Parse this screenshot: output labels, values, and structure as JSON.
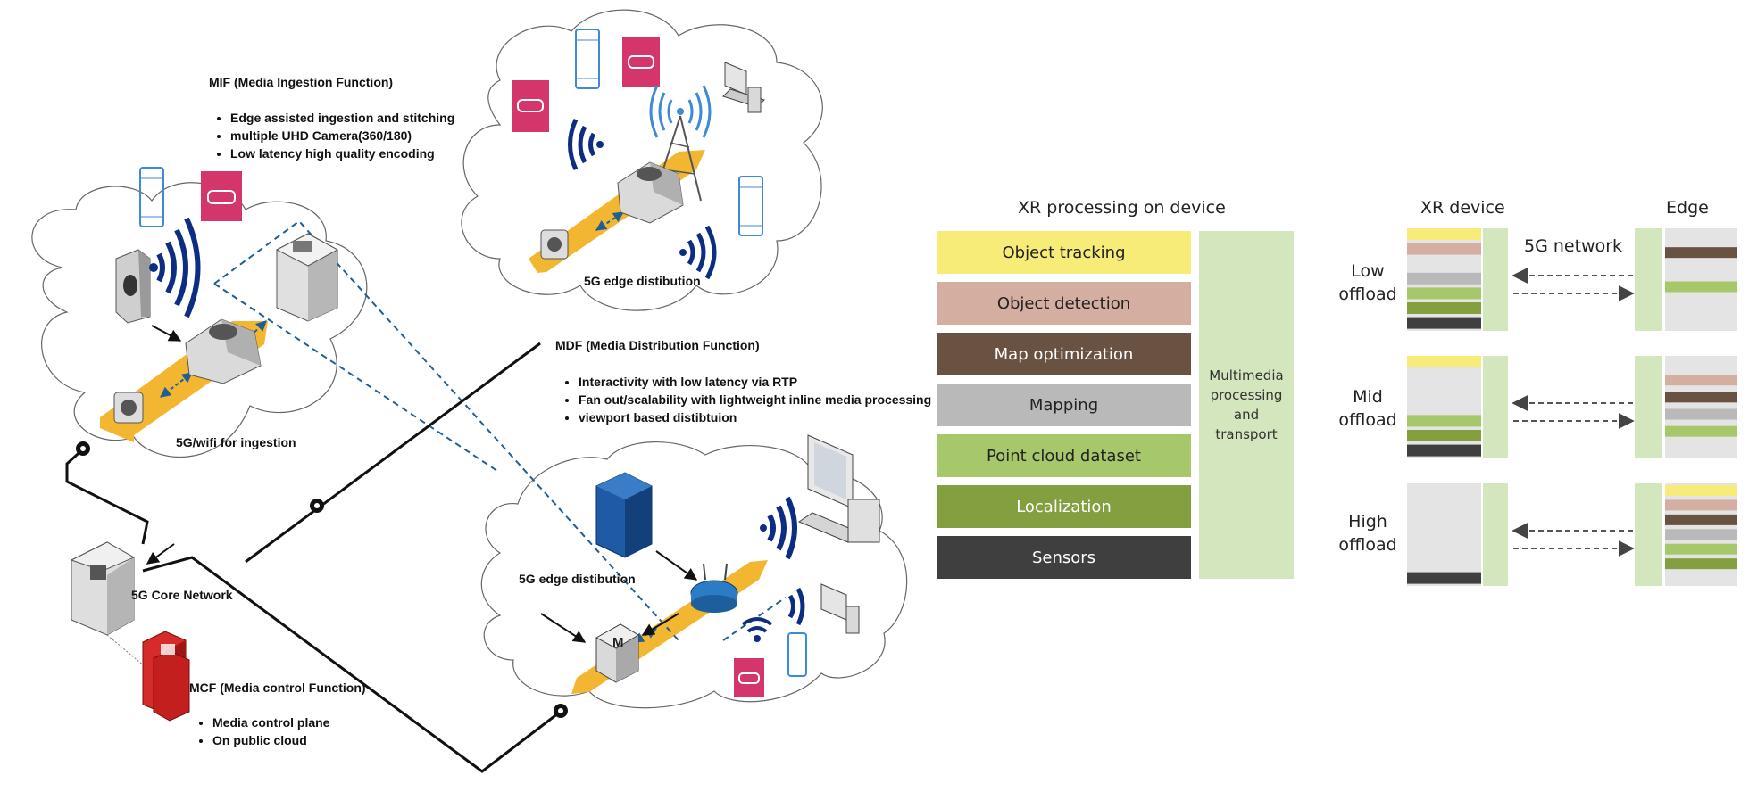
{
  "network": {
    "mif": {
      "title": "MIF (Media Ingestion Function)",
      "bullets": [
        "Edge assisted ingestion and stitching",
        "multiple UHD Camera(360/180)",
        "Low latency high quality encoding"
      ]
    },
    "mdf": {
      "title": "MDF (Media Distribution Function)",
      "bullets": [
        "Interactivity with low latency via RTP",
        "Fan out/scalability with lightweight inline media processing",
        "viewport based distibtuion"
      ]
    },
    "mcf": {
      "title": "MCF (Media control Function)",
      "bullets": [
        "Media control plane",
        "On public cloud"
      ]
    },
    "core_label": "5G Core Network",
    "ingestion_label": "5G/wifi for ingestion",
    "edge_label_top": "5G edge distibution",
    "edge_label_bottom": "5G edge distibution",
    "edge_node_letter": "M"
  },
  "xr_stack": {
    "title": "XR processing on device",
    "layers": [
      {
        "label": "Object tracking",
        "color": "#f7ec77"
      },
      {
        "label": "Object detection",
        "color": "#d3aea1"
      },
      {
        "label": "Map optimization",
        "color": "#6a5243"
      },
      {
        "label": "Mapping",
        "color": "#b9b9b9"
      },
      {
        "label": "Point cloud dataset",
        "color": "#a6c86a"
      },
      {
        "label": "Localization",
        "color": "#849f40"
      },
      {
        "label": "Sensors",
        "color": "#3f3f3f"
      }
    ],
    "multimedia_label": "Multimedia\nprocessing\nand\ntransport"
  },
  "offload": {
    "device_header": "XR device",
    "edge_header": "Edge",
    "network_label": "5G network",
    "rows": [
      {
        "label": "Low\noffload"
      },
      {
        "label": "Mid\noffload"
      },
      {
        "label": "High\noffload"
      }
    ]
  }
}
